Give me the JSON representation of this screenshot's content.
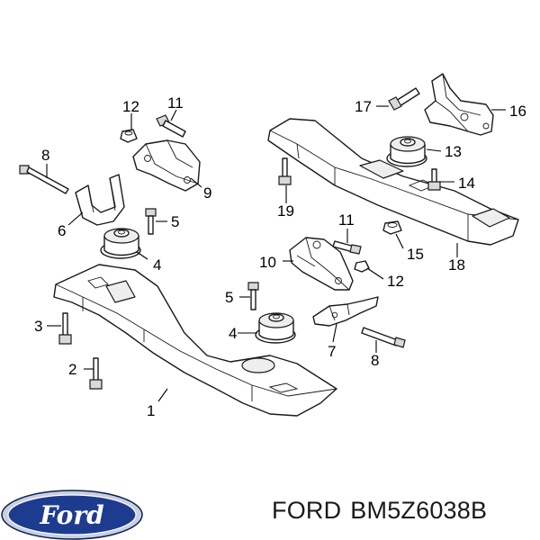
{
  "diagram": {
    "callouts": [
      {
        "key": "c1",
        "label": "1"
      },
      {
        "key": "c2",
        "label": "2"
      },
      {
        "key": "c3",
        "label": "3"
      },
      {
        "key": "c4a",
        "label": "4"
      },
      {
        "key": "c4b",
        "label": "4"
      },
      {
        "key": "c5a",
        "label": "5"
      },
      {
        "key": "c5b",
        "label": "5"
      },
      {
        "key": "c6",
        "label": "6"
      },
      {
        "key": "c7",
        "label": "7"
      },
      {
        "key": "c8a",
        "label": "8"
      },
      {
        "key": "c8b",
        "label": "8"
      },
      {
        "key": "c9",
        "label": "9"
      },
      {
        "key": "c10",
        "label": "10"
      },
      {
        "key": "c11a",
        "label": "11"
      },
      {
        "key": "c11b",
        "label": "11"
      },
      {
        "key": "c12a",
        "label": "12"
      },
      {
        "key": "c12b",
        "label": "12"
      },
      {
        "key": "c13",
        "label": "13"
      },
      {
        "key": "c14",
        "label": "14"
      },
      {
        "key": "c15",
        "label": "15"
      },
      {
        "key": "c16",
        "label": "16"
      },
      {
        "key": "c17",
        "label": "17"
      },
      {
        "key": "c18",
        "label": "18"
      },
      {
        "key": "c19",
        "label": "19"
      }
    ]
  },
  "caption": {
    "brand": "FORD",
    "part_number": "BM5Z6038B"
  },
  "logo": {
    "text": "Ford",
    "colors": {
      "oval": "#1d3c8f",
      "rim": "#c8cfe0",
      "outline": "#0d1f52"
    }
  }
}
